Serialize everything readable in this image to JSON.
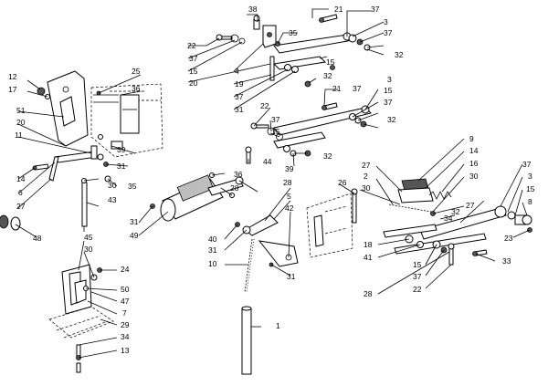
{
  "diagram": {
    "callouts": [
      {
        "id": "c38",
        "text": "38"
      },
      {
        "id": "c21a",
        "text": "21"
      },
      {
        "id": "c37a",
        "text": "37"
      },
      {
        "id": "c3a",
        "text": "3"
      },
      {
        "id": "c22a",
        "text": "22"
      },
      {
        "id": "c35a",
        "text": "35"
      },
      {
        "id": "c37b",
        "text": "37"
      },
      {
        "id": "c37c",
        "text": "37"
      },
      {
        "id": "c15a",
        "text": "15"
      },
      {
        "id": "c15b",
        "text": "15"
      },
      {
        "id": "c32a",
        "text": "32"
      },
      {
        "id": "c4",
        "text": "4"
      },
      {
        "id": "c20a",
        "text": "20"
      },
      {
        "id": "c19",
        "text": "19"
      },
      {
        "id": "c32b",
        "text": "32"
      },
      {
        "id": "c37d",
        "text": "37"
      },
      {
        "id": "c31a",
        "text": "31"
      },
      {
        "id": "c12",
        "text": "12"
      },
      {
        "id": "c17",
        "text": "17"
      },
      {
        "id": "c25",
        "text": "25"
      },
      {
        "id": "c36a",
        "text": "36"
      },
      {
        "id": "c51",
        "text": "51"
      },
      {
        "id": "c20b",
        "text": "20"
      },
      {
        "id": "c11",
        "text": "11"
      },
      {
        "id": "c39a",
        "text": "39"
      },
      {
        "id": "c31b",
        "text": "31"
      },
      {
        "id": "c21b",
        "text": "21"
      },
      {
        "id": "c3b",
        "text": "3"
      },
      {
        "id": "c37e",
        "text": "37"
      },
      {
        "id": "c15c",
        "text": "15"
      },
      {
        "id": "c37f",
        "text": "37"
      },
      {
        "id": "c32c",
        "text": "32"
      },
      {
        "id": "c22b",
        "text": "22"
      },
      {
        "id": "c37g",
        "text": "37"
      },
      {
        "id": "c15d",
        "text": "15"
      },
      {
        "id": "c44",
        "text": "44"
      },
      {
        "id": "c39b",
        "text": "39"
      },
      {
        "id": "c32d",
        "text": "32"
      },
      {
        "id": "c36b",
        "text": "36"
      },
      {
        "id": "c14a",
        "text": "14"
      },
      {
        "id": "c6",
        "text": "6"
      },
      {
        "id": "c27a",
        "text": "27"
      },
      {
        "id": "c30a",
        "text": "30"
      },
      {
        "id": "c35b",
        "text": "35"
      },
      {
        "id": "c43",
        "text": "43"
      },
      {
        "id": "c28a",
        "text": "28"
      },
      {
        "id": "c28b",
        "text": "28"
      },
      {
        "id": "c5",
        "text": "5"
      },
      {
        "id": "c42",
        "text": "42"
      },
      {
        "id": "c31c",
        "text": "31"
      },
      {
        "id": "c49",
        "text": "49"
      },
      {
        "id": "c48",
        "text": "48"
      },
      {
        "id": "c40",
        "text": "40"
      },
      {
        "id": "c31d",
        "text": "31"
      },
      {
        "id": "c10",
        "text": "10"
      },
      {
        "id": "c31e",
        "text": "31"
      },
      {
        "id": "c45",
        "text": "45"
      },
      {
        "id": "c30b",
        "text": "30"
      },
      {
        "id": "c24",
        "text": "24"
      },
      {
        "id": "c50",
        "text": "50"
      },
      {
        "id": "c47",
        "text": "47"
      },
      {
        "id": "c7",
        "text": "7"
      },
      {
        "id": "c29",
        "text": "29"
      },
      {
        "id": "c34a",
        "text": "34"
      },
      {
        "id": "c13",
        "text": "13"
      },
      {
        "id": "c1",
        "text": "1"
      },
      {
        "id": "c9",
        "text": "9"
      },
      {
        "id": "c14b",
        "text": "14"
      },
      {
        "id": "c16",
        "text": "16"
      },
      {
        "id": "c27b",
        "text": "27"
      },
      {
        "id": "c2",
        "text": "2"
      },
      {
        "id": "c30c",
        "text": "30"
      },
      {
        "id": "c26",
        "text": "26"
      },
      {
        "id": "c30d",
        "text": "30"
      },
      {
        "id": "c32e",
        "text": "32"
      },
      {
        "id": "c34b",
        "text": "34"
      },
      {
        "id": "c27c",
        "text": "27"
      },
      {
        "id": "c37h",
        "text": "37"
      },
      {
        "id": "c3c",
        "text": "3"
      },
      {
        "id": "c15e",
        "text": "15"
      },
      {
        "id": "c8",
        "text": "8"
      },
      {
        "id": "c23",
        "text": "23"
      },
      {
        "id": "c18",
        "text": "18"
      },
      {
        "id": "c41",
        "text": "41"
      },
      {
        "id": "c33",
        "text": "33"
      },
      {
        "id": "c15f",
        "text": "15"
      },
      {
        "id": "c37i",
        "text": "37"
      },
      {
        "id": "c28c",
        "text": "28"
      },
      {
        "id": "c22c",
        "text": "22"
      }
    ]
  }
}
